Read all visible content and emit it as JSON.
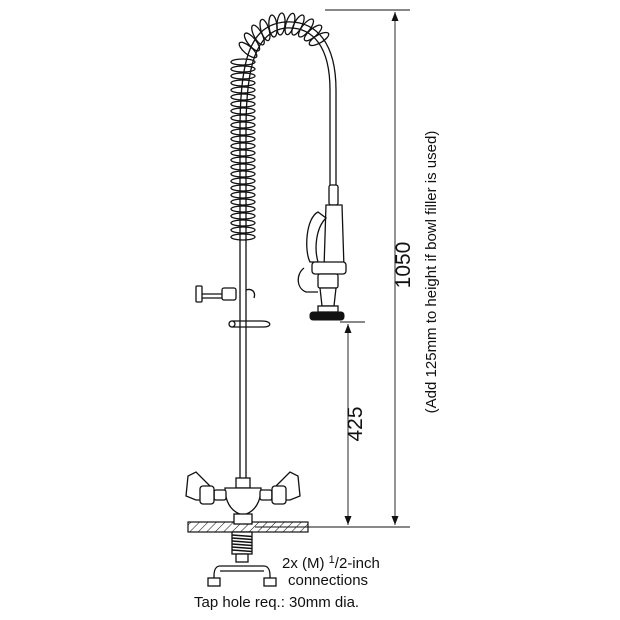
{
  "dimensions": {
    "overall_height": "1050",
    "overall_note": "(Add 125mm to height if bowl filler is used)",
    "spray_height": "425"
  },
  "captions": {
    "connections_prefix": "2x (M) ",
    "connections_fraction_num": "1",
    "connections_fraction_sep": "/",
    "connections_fraction_den": "2",
    "connections_suffix": "-inch",
    "connections_line2": "connections",
    "tap_hole": "Tap hole req.: 30mm dia."
  }
}
